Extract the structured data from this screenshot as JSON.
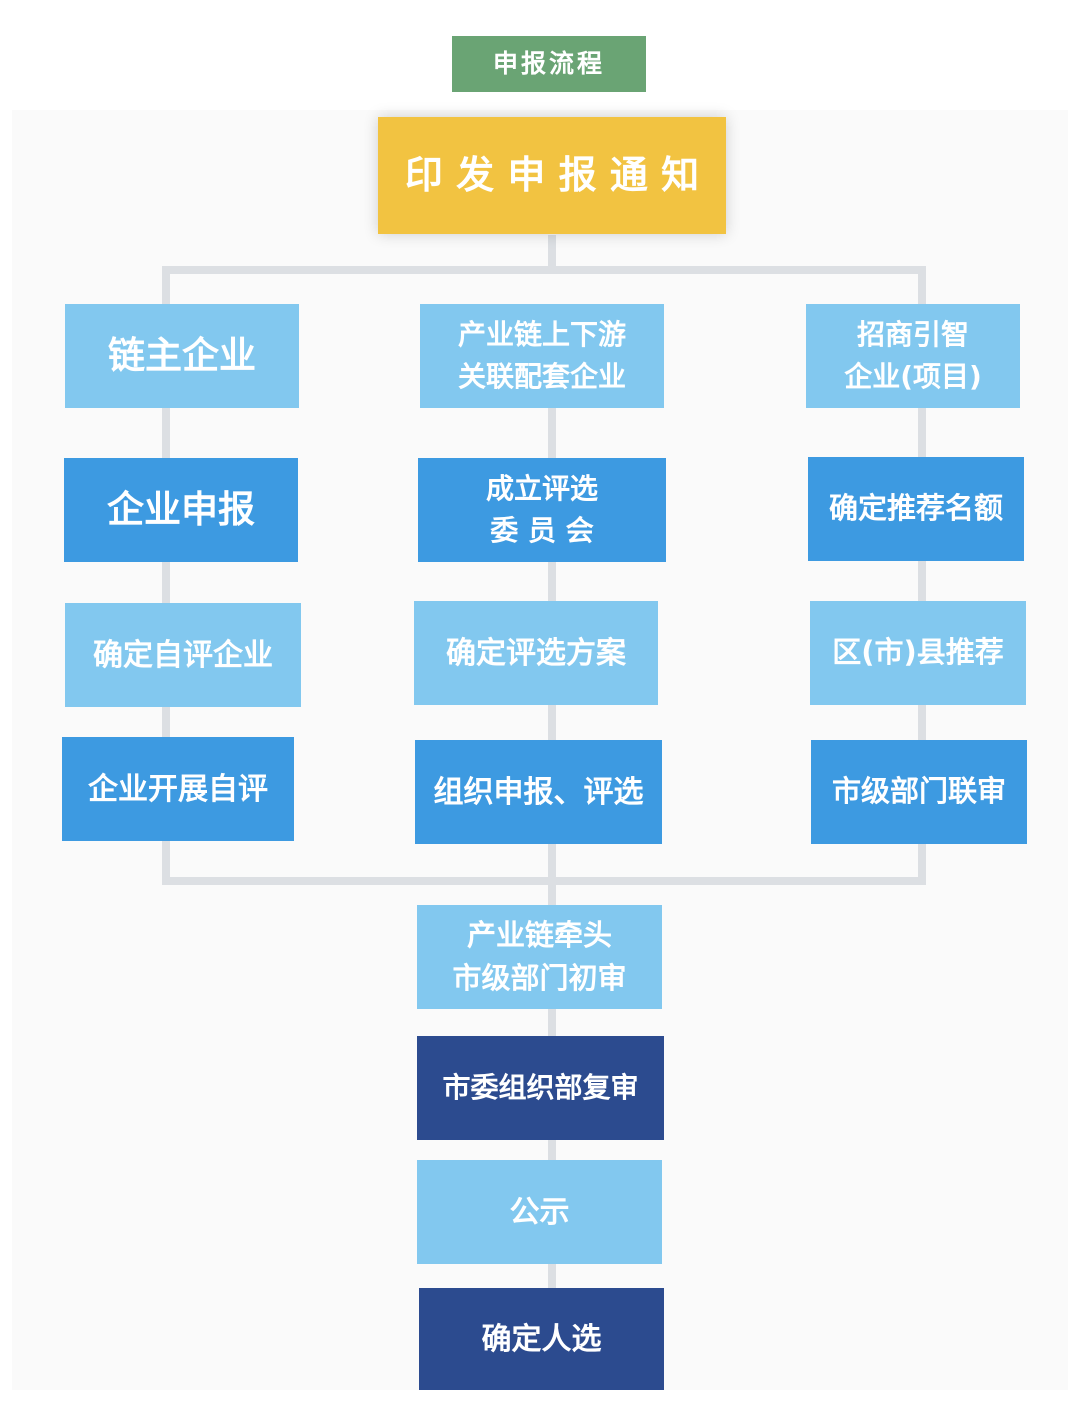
{
  "title": "申报流程",
  "top": "印 发 申 报 通 知",
  "left": {
    "header": "链主企业",
    "steps": [
      "企业申报",
      "确定自评企业",
      "企业开展自评"
    ]
  },
  "center": {
    "header": "产业链上下游\n关联配套企业",
    "steps": [
      "成立评选\n委  员  会",
      "确定评选方案",
      "组织申报、评选"
    ]
  },
  "right": {
    "header": "招商引智\n企业(项目)",
    "steps": [
      "确定推荐名额",
      "区(市)县推荐",
      "市级部门联审"
    ]
  },
  "bottom": [
    "产业链牵头\n市级部门初审",
    "市委组织部复审",
    "公示",
    "确定人选"
  ],
  "colors": {
    "title_bg": "#6aa474",
    "top_bg": "#f2c341",
    "light_blue": "#82c8ef",
    "mid_blue": "#3d9ae1",
    "dark_blue": "#2c4b8f",
    "connector": "#dcdfe3"
  }
}
